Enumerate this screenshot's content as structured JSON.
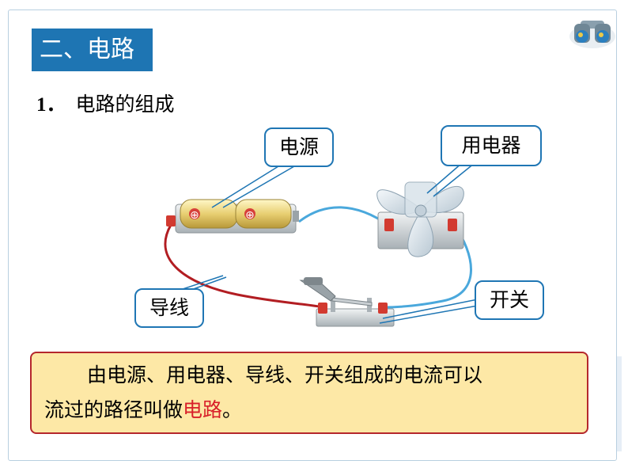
{
  "section": {
    "title": "二、电路"
  },
  "subtitle": {
    "number": "1．",
    "text": "电路的组成"
  },
  "labels": {
    "power": "电源",
    "appliance": "用电器",
    "wire": "导线",
    "switch": "开关"
  },
  "battery": {
    "plus_symbol": "⊕"
  },
  "definition": {
    "line1": "由电源、用电器、导线、开关组成的电流可以",
    "line2_prefix": "流过的路径叫做",
    "highlight": "电路",
    "line2_suffix": "。"
  },
  "colors": {
    "title_bg": "#1e75b3",
    "callout_border": "#1f76b4",
    "def_bg": "#fde8a6",
    "def_border": "#b5272d",
    "highlight": "#d8202a",
    "wire_red": "#b21d22",
    "wire_blue": "#4aa8dc"
  },
  "icons": {
    "corner": "binoculars-icon"
  }
}
